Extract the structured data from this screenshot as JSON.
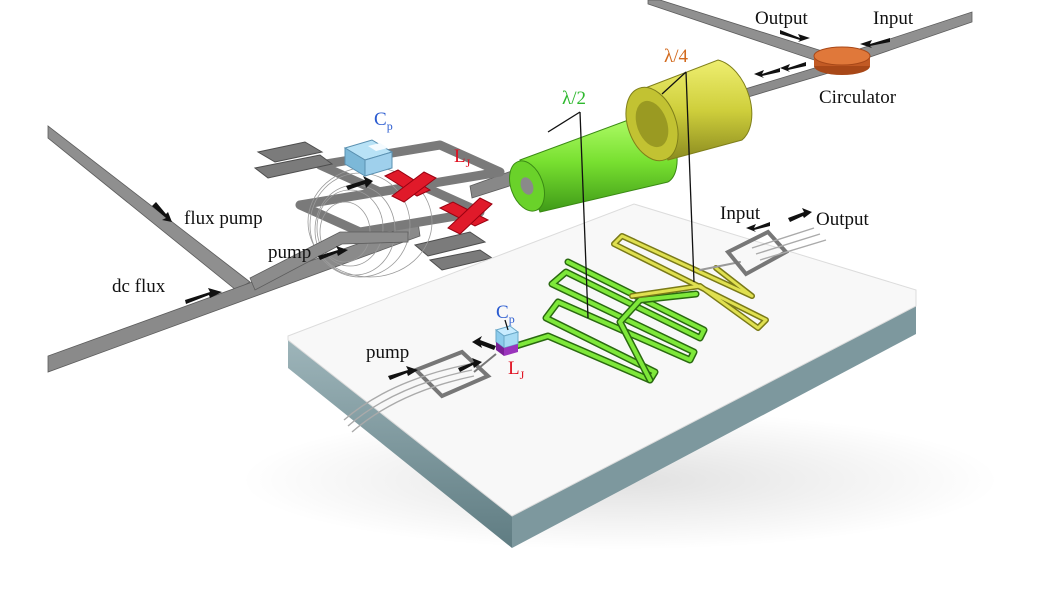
{
  "labels": {
    "output_top": "Output",
    "input_top": "Input",
    "circulator": "Circulator",
    "lambda_half": "λ/2",
    "lambda_quarter": "λ/4",
    "cp_main": "C",
    "cp_sub": "p",
    "lj_main": "L",
    "lj_sub": "J",
    "flux_pump": "flux pump",
    "pump_left": "pump",
    "dc_flux": "dc flux",
    "input_chip": "Input",
    "output_chip": "Output",
    "cp_chip_main": "C",
    "cp_chip_sub": "p",
    "pump_chip": "pump",
    "lj_chip_main": "L",
    "lj_chip_sub": "J"
  },
  "colors": {
    "line": "#8a8a8a",
    "line_edge": "#5f5f5f",
    "green": "#7ee83a",
    "green_dark": "#3d8f1a",
    "yellow": "#cccc3a",
    "yellow_dark": "#8f8f1e",
    "circulator": "#d2692e",
    "cap_blue": "#8ec8ea",
    "junction_red": "#e01a2a",
    "label_green": "#2db82d",
    "label_orange": "#d26a1e",
    "label_blue": "#2a5bd0",
    "label_red": "#e01020",
    "chip_top": "#f7f7f7",
    "chip_side": "#7f9aa0",
    "purple": "#8a2aa8"
  },
  "icons": [
    "arrow-icon",
    "capacitor-icon",
    "josephson-junction-icon",
    "circulator-icon",
    "flux-loop-icon"
  ]
}
